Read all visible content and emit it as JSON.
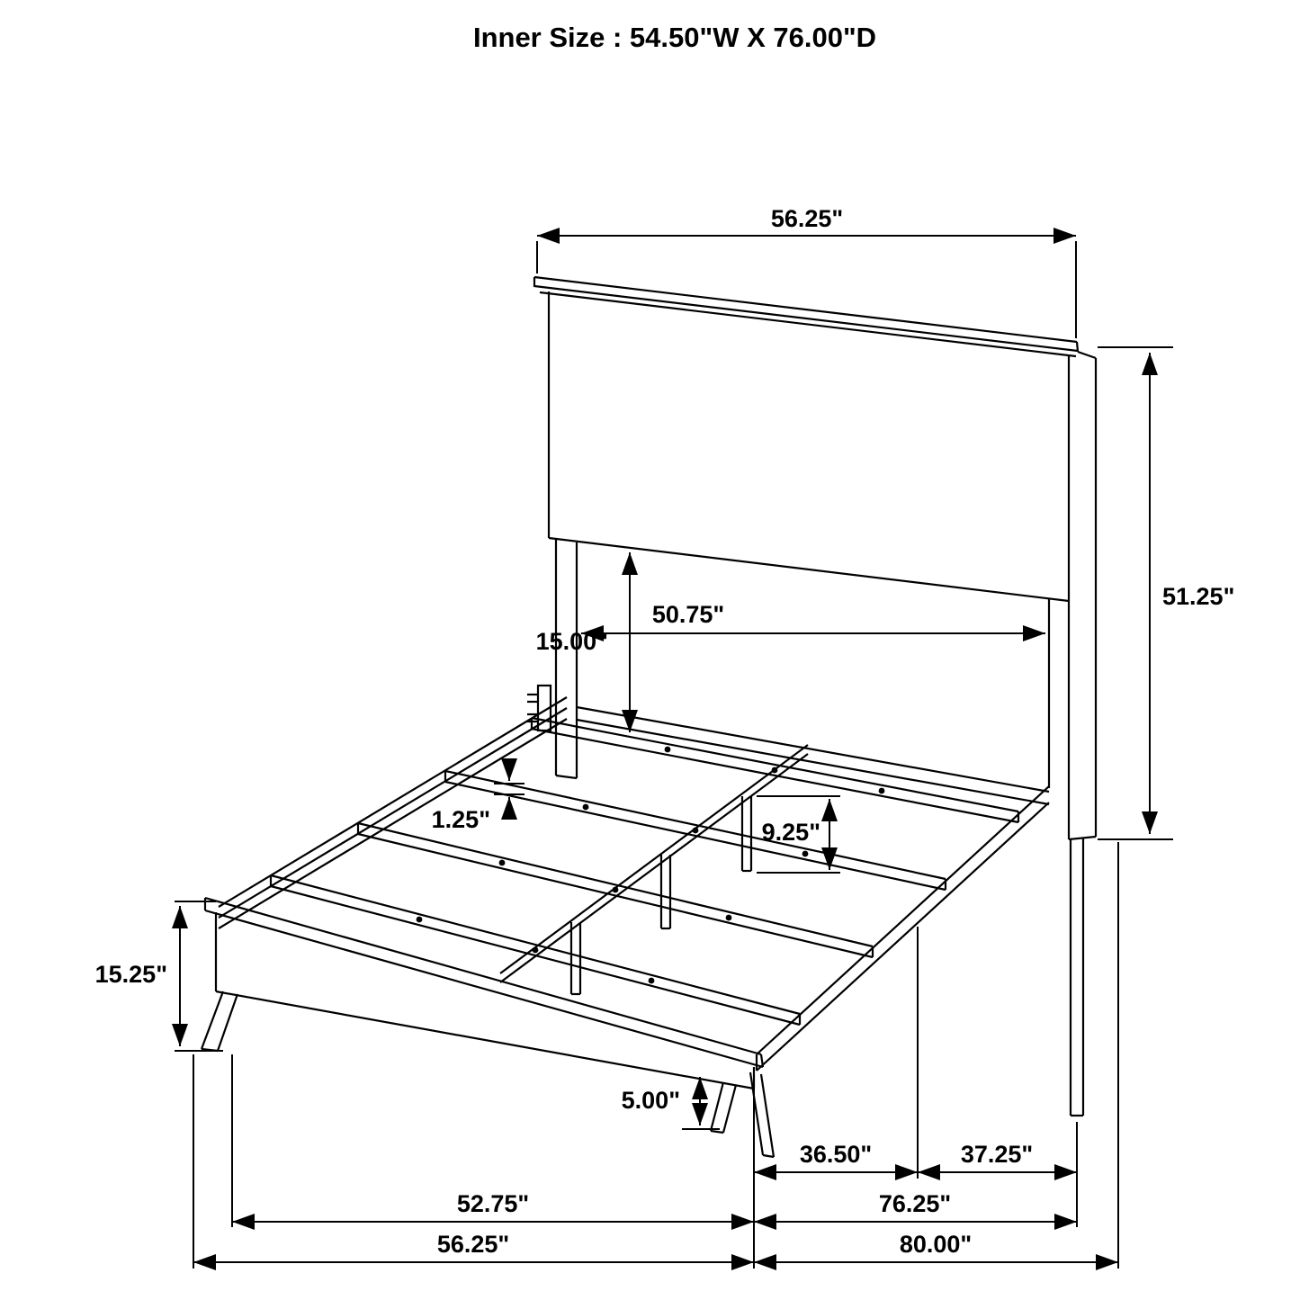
{
  "title": "Inner Size : 54.50\"W X 76.00\"D",
  "dimensions": {
    "headboard_width": "56.25\"",
    "headboard_height": "51.25\"",
    "headboard_inner_width": "50.75\"",
    "panel_to_rail_gap": "15.00\"",
    "slat_thickness": "1.25\"",
    "support_leg_height": "9.25\"",
    "footboard_height": "15.25\"",
    "underbed_clearance": "5.00\"",
    "front_leg_to_center_span": "36.50\"",
    "center_to_rear_leg_span": "37.25\"",
    "footboard_outer_width": "52.75\"",
    "side_rail_length": "76.25\"",
    "overall_width": "56.25\"",
    "overall_depth": "80.00\""
  },
  "colors": {
    "line": "#000000",
    "background": "#ffffff"
  }
}
